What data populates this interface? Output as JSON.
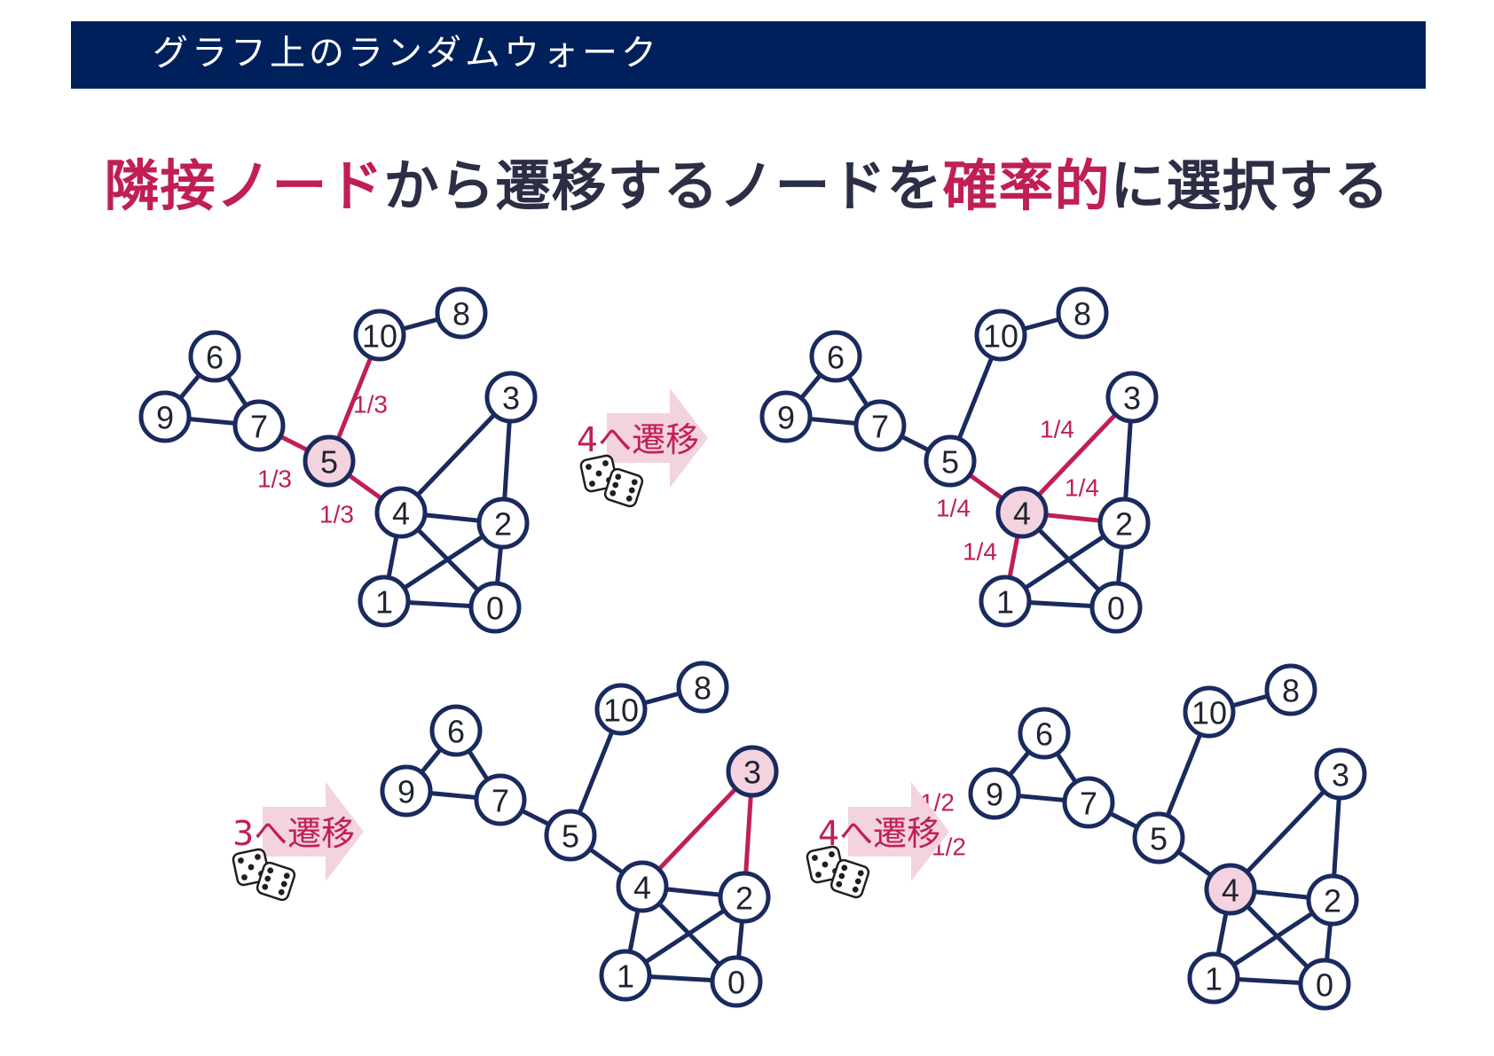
{
  "header": {
    "title": "グラフ上のランダムウォーク"
  },
  "headline": {
    "part1": "隣接ノード",
    "part2": "から遷移するノードを",
    "part3": "確率的",
    "part4": "に選択する"
  },
  "colors": {
    "header_bg": "#00205b",
    "accent": "#c01f55",
    "node_stroke": "#1a2a5e",
    "current_fill": "#f3d3de",
    "arrow": "#f3d3de"
  },
  "graph": {
    "nodes": [
      "0",
      "1",
      "2",
      "3",
      "4",
      "5",
      "6",
      "7",
      "8",
      "9",
      "10"
    ],
    "edges": [
      [
        "9",
        "6"
      ],
      [
        "9",
        "7"
      ],
      [
        "6",
        "7"
      ],
      [
        "7",
        "5"
      ],
      [
        "5",
        "10"
      ],
      [
        "5",
        "4"
      ],
      [
        "10",
        "8"
      ],
      [
        "4",
        "3"
      ],
      [
        "3",
        "2"
      ],
      [
        "4",
        "2"
      ],
      [
        "4",
        "1"
      ],
      [
        "4",
        "0"
      ],
      [
        "1",
        "2"
      ],
      [
        "1",
        "0"
      ],
      [
        "2",
        "0"
      ]
    ]
  },
  "panels": [
    {
      "current": "5",
      "probs": {
        "5-10": "1/3",
        "7-5": "1/3",
        "5-4": "1/3"
      }
    },
    {
      "current": "4",
      "probs": {
        "4-3": "1/4",
        "4-2": "1/4",
        "5-4": "1/4",
        "4-1": "1/4"
      }
    },
    {
      "current": "3",
      "probs": {
        "4-3": "1/2",
        "3-2": "1/2"
      }
    },
    {
      "current": "4",
      "probs": {}
    }
  ],
  "transitions": [
    {
      "label": "4へ遷移",
      "icon": "dice-icon"
    },
    {
      "label": "3へ遷移",
      "icon": "dice-icon"
    },
    {
      "label": "4へ遷移",
      "icon": "dice-icon"
    }
  ]
}
